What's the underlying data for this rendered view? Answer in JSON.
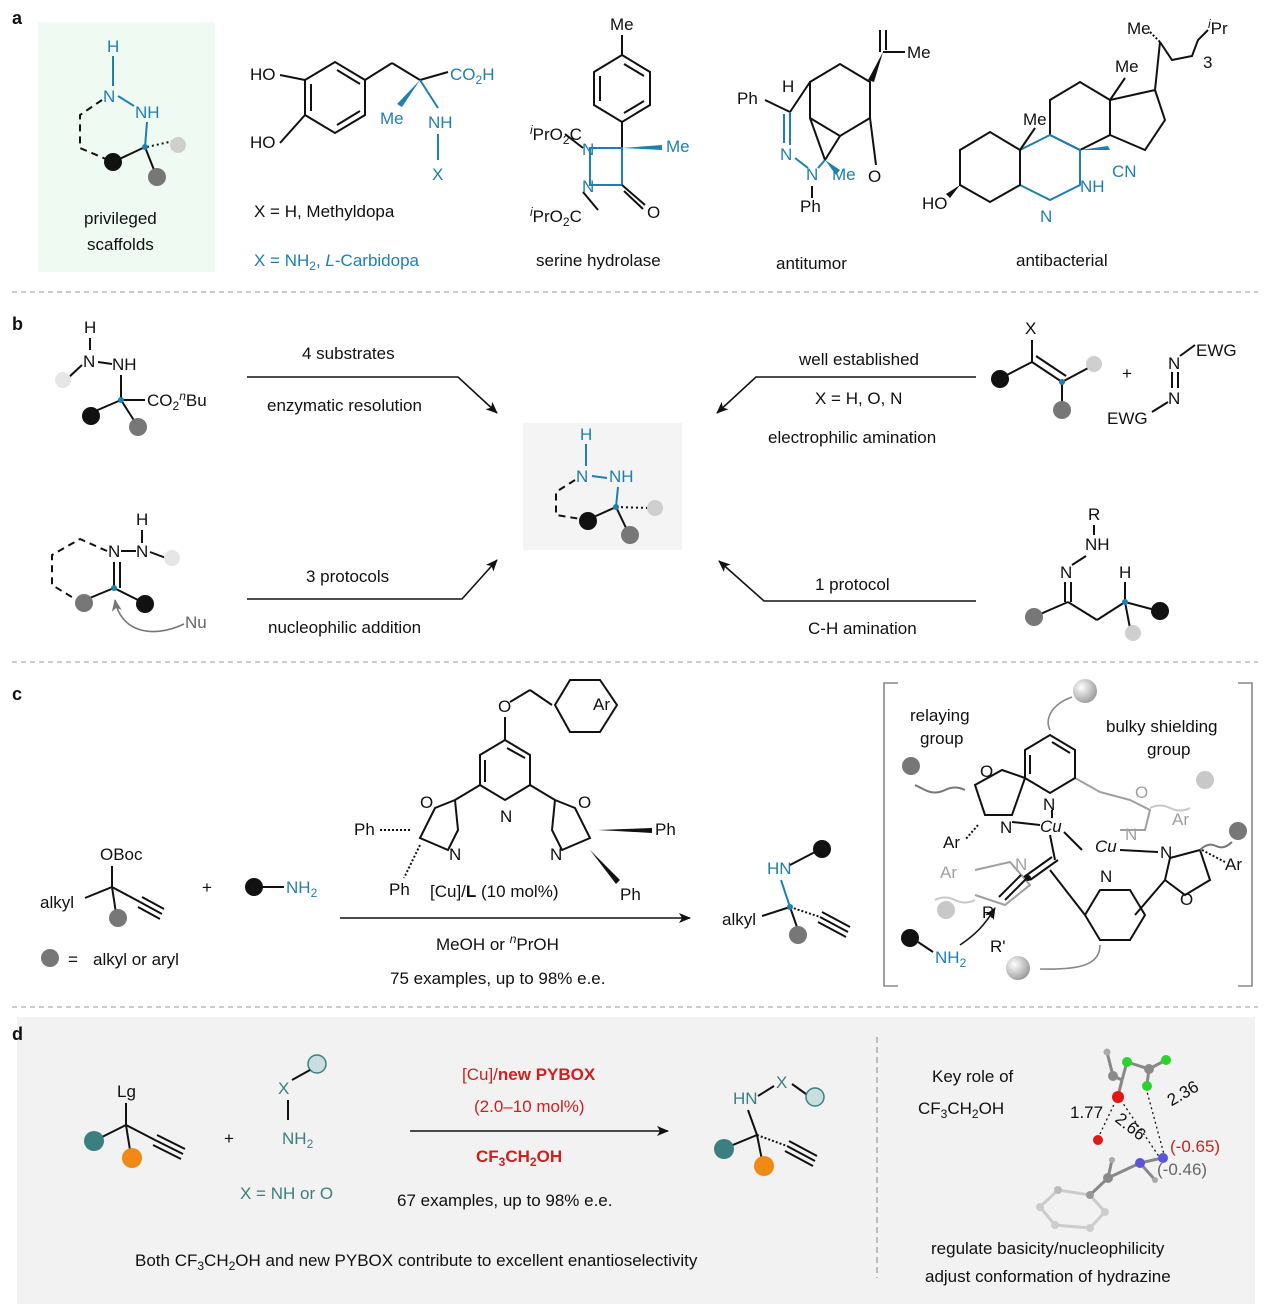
{
  "panels": {
    "a": {
      "letter": "a",
      "scaffold_caption_1": "privileged",
      "scaffold_caption_2": "scaffolds",
      "methyldopa_atoms": {
        "ho1": "HO",
        "ho2": "HO",
        "co2h": "CO",
        "co2h_sub": "2",
        "co2h_h": "H",
        "me": "Me",
        "nh": "NH",
        "x": "X"
      },
      "methyldopa_caption": "X = H, Methyldopa",
      "carbidopa_caption_pre": "X = NH",
      "carbidopa_caption_sub": "2",
      "carbidopa_caption_mid": ", ",
      "carbidopa_caption_it": "L",
      "carbidopa_caption_post": "-Carbidopa",
      "hydrolase_caption": "serine hydrolase",
      "hydrolase_atoms": {
        "me_top": "Me",
        "me": "Me",
        "ipr1": "PrO",
        "ipr_i": "i",
        "ipr_sub": "2",
        "ipr_c": "C",
        "n1": "N",
        "n2": "N",
        "o": "O"
      },
      "antitumor_caption": "antitumor",
      "antitumor_atoms": {
        "me_top": "Me",
        "ph": "Ph",
        "h": "H",
        "n1": "N",
        "n2": "N",
        "me": "Me",
        "ph2": "Ph",
        "o": "O"
      },
      "antibacterial_caption": "antibacterial",
      "antibacterial_atoms": {
        "me_top": "Me",
        "ipr": "Pr",
        "ipr_i": "i",
        "sub3": "3",
        "me1": "Me",
        "me2": "Me",
        "ho": "HO",
        "n": "N",
        "nh": "NH",
        "cn": "CN"
      }
    },
    "b": {
      "letter": "b",
      "hydrazine_atoms": {
        "h": "H",
        "n": "N",
        "nh": "NH",
        "co2": "CO",
        "co2_sub": "2",
        "n_sup": "n",
        "bu": "Bu"
      },
      "arrow_tl_top": "4 substrates",
      "arrow_tl_bottom": "enzymatic resolution",
      "arrow_tr_top": "well established",
      "arrow_tr_mid": "X = H, O, N",
      "arrow_tr_bottom": "electrophilic amination",
      "arrow_bl_top": "3 protocols",
      "arrow_bl_bottom": "nucleophilic addition",
      "arrow_br_top": "1 protocol",
      "arrow_br_bottom": "C-H amination",
      "tr_atoms": {
        "x": "X",
        "plus": "+",
        "ewg1": "EWG",
        "ewg2": "EWG",
        "n1": "N",
        "n2": "N"
      },
      "bl_atoms": {
        "h": "H",
        "n1": "N",
        "n2": "N",
        "nu": "Nu"
      },
      "br_atoms": {
        "r": "R",
        "nh": "NH",
        "n": "N",
        "h": "H"
      }
    },
    "c": {
      "letter": "c",
      "boc": "OBoc",
      "alkyl": "alkyl",
      "plus": "+",
      "nh2": "NH",
      "nh2_sub": "2",
      "legend_eq": "=",
      "legend_text": "alkyl or aryl",
      "catalyst_pre": "[Cu]/",
      "catalyst_bold": "L",
      "catalyst_post": " (10 mol%)",
      "solvent_pre": "MeOH or ",
      "solvent_sup": "n",
      "solvent_post": "PrOH",
      "examples": "75 examples, up to 98% e.e.",
      "ligand_atoms": {
        "o_top": "O",
        "ar": "Ar",
        "o1": "O",
        "o2": "O",
        "n_py": "N",
        "n1": "N",
        "n2": "N",
        "ph1": "Ph",
        "ph2": "Ph",
        "ph3": "Ph",
        "ph4": "Ph"
      },
      "product_atoms": {
        "hn": "HN",
        "alkyl": "alkyl"
      },
      "model_relaying": [
        "relaying",
        "group"
      ],
      "model_bulky": [
        "bulky shielding",
        "group"
      ],
      "model_atoms": {
        "o1": "O",
        "n1": "N",
        "n2": "N",
        "cu1": "Cu",
        "cu2": "Cu",
        "ar1": "Ar",
        "ar2": "Ar",
        "ar3": "Ar",
        "ar4": "Ar",
        "n3": "N",
        "n4": "N",
        "o2": "O",
        "n5": "N",
        "r": "R",
        "r2": "R'",
        "nh2": "NH",
        "nh2_sub": "2",
        "o3": "O",
        "n6": "N"
      }
    },
    "d": {
      "letter": "d",
      "lg": "Lg",
      "plus": "+",
      "x": "X",
      "nh2": "NH",
      "nh2_sub": "2",
      "x_def": "X = NH or O",
      "cat_pre": "[Cu]/",
      "cat_bold": "new PYBOX",
      "cat_loading": "(2.0–10 mol%)",
      "solvent_cf": "CF",
      "solvent_3": "3",
      "solvent_ch": "CH",
      "solvent_2": "2",
      "solvent_oh": "OH",
      "examples": "67 examples, up to 98% e.e.",
      "product_atoms": {
        "hn": "HN",
        "x": "X"
      },
      "footer_pre": "Both CF",
      "footer_3": "3",
      "footer_mid": "CH",
      "footer_2": "2",
      "footer_post": "OH and new PYBOX contribute to excellent enantioselectivity",
      "key_role_1": "Key role of",
      "key_role_2a": "CF",
      "key_role_2b": "3",
      "key_role_2c": "CH",
      "key_role_2d": "2",
      "key_role_2e": "OH",
      "dist_1": "1.77",
      "dist_2": "2.66",
      "dist_3": "2.36",
      "charge_1": "(-0.65)",
      "charge_2": "(-0.46)",
      "regulate_1": "regulate basicity/nucleophilicity",
      "regulate_2": "adjust conformation of hydrazine"
    }
  },
  "colors": {
    "accent_blue": "#1f7fb0",
    "highlight_green": "#effaf3",
    "panel_d_bg": "#f2f2f2",
    "red": "#d11f1f",
    "teal": "#3c7f80",
    "orange": "#f08a17"
  }
}
